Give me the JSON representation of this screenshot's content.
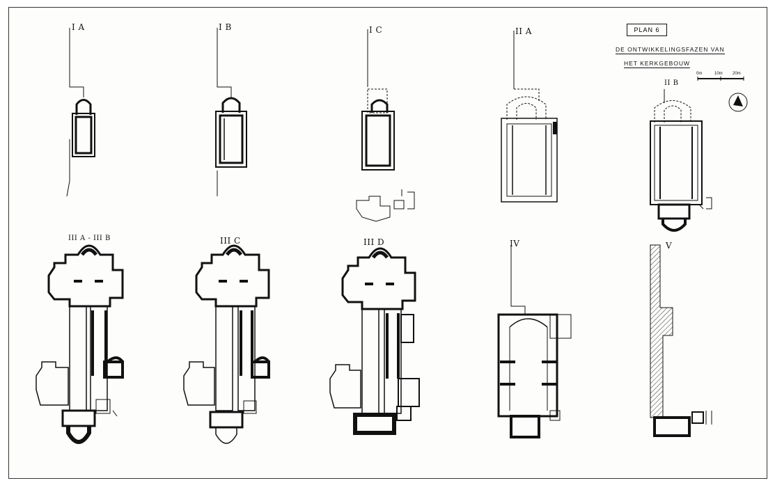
{
  "plan_title": "PLAN 6",
  "heading_line1": "DE ONTWIKKELINGSFAZEN VAN",
  "heading_line2": "HET KERKGEBOUW",
  "scale": {
    "labels": [
      "0m",
      "10m",
      "20m"
    ]
  },
  "phases": [
    {
      "id": "IA",
      "label": "I A"
    },
    {
      "id": "IB",
      "label": "I B"
    },
    {
      "id": "IC",
      "label": "I C"
    },
    {
      "id": "IIA",
      "label": "II A"
    },
    {
      "id": "IIB",
      "label": "II B"
    },
    {
      "id": "IIIA",
      "label": "III A - III B"
    },
    {
      "id": "IIIC",
      "label": "III C"
    },
    {
      "id": "IIID",
      "label": "III D"
    },
    {
      "id": "IV",
      "label": "IV"
    },
    {
      "id": "V",
      "label": "V"
    }
  ],
  "colors": {
    "ink": "#111111",
    "paper": "#fdfdfc",
    "dashed": "#555555"
  },
  "icons": {
    "north": "north-arrow-icon"
  }
}
